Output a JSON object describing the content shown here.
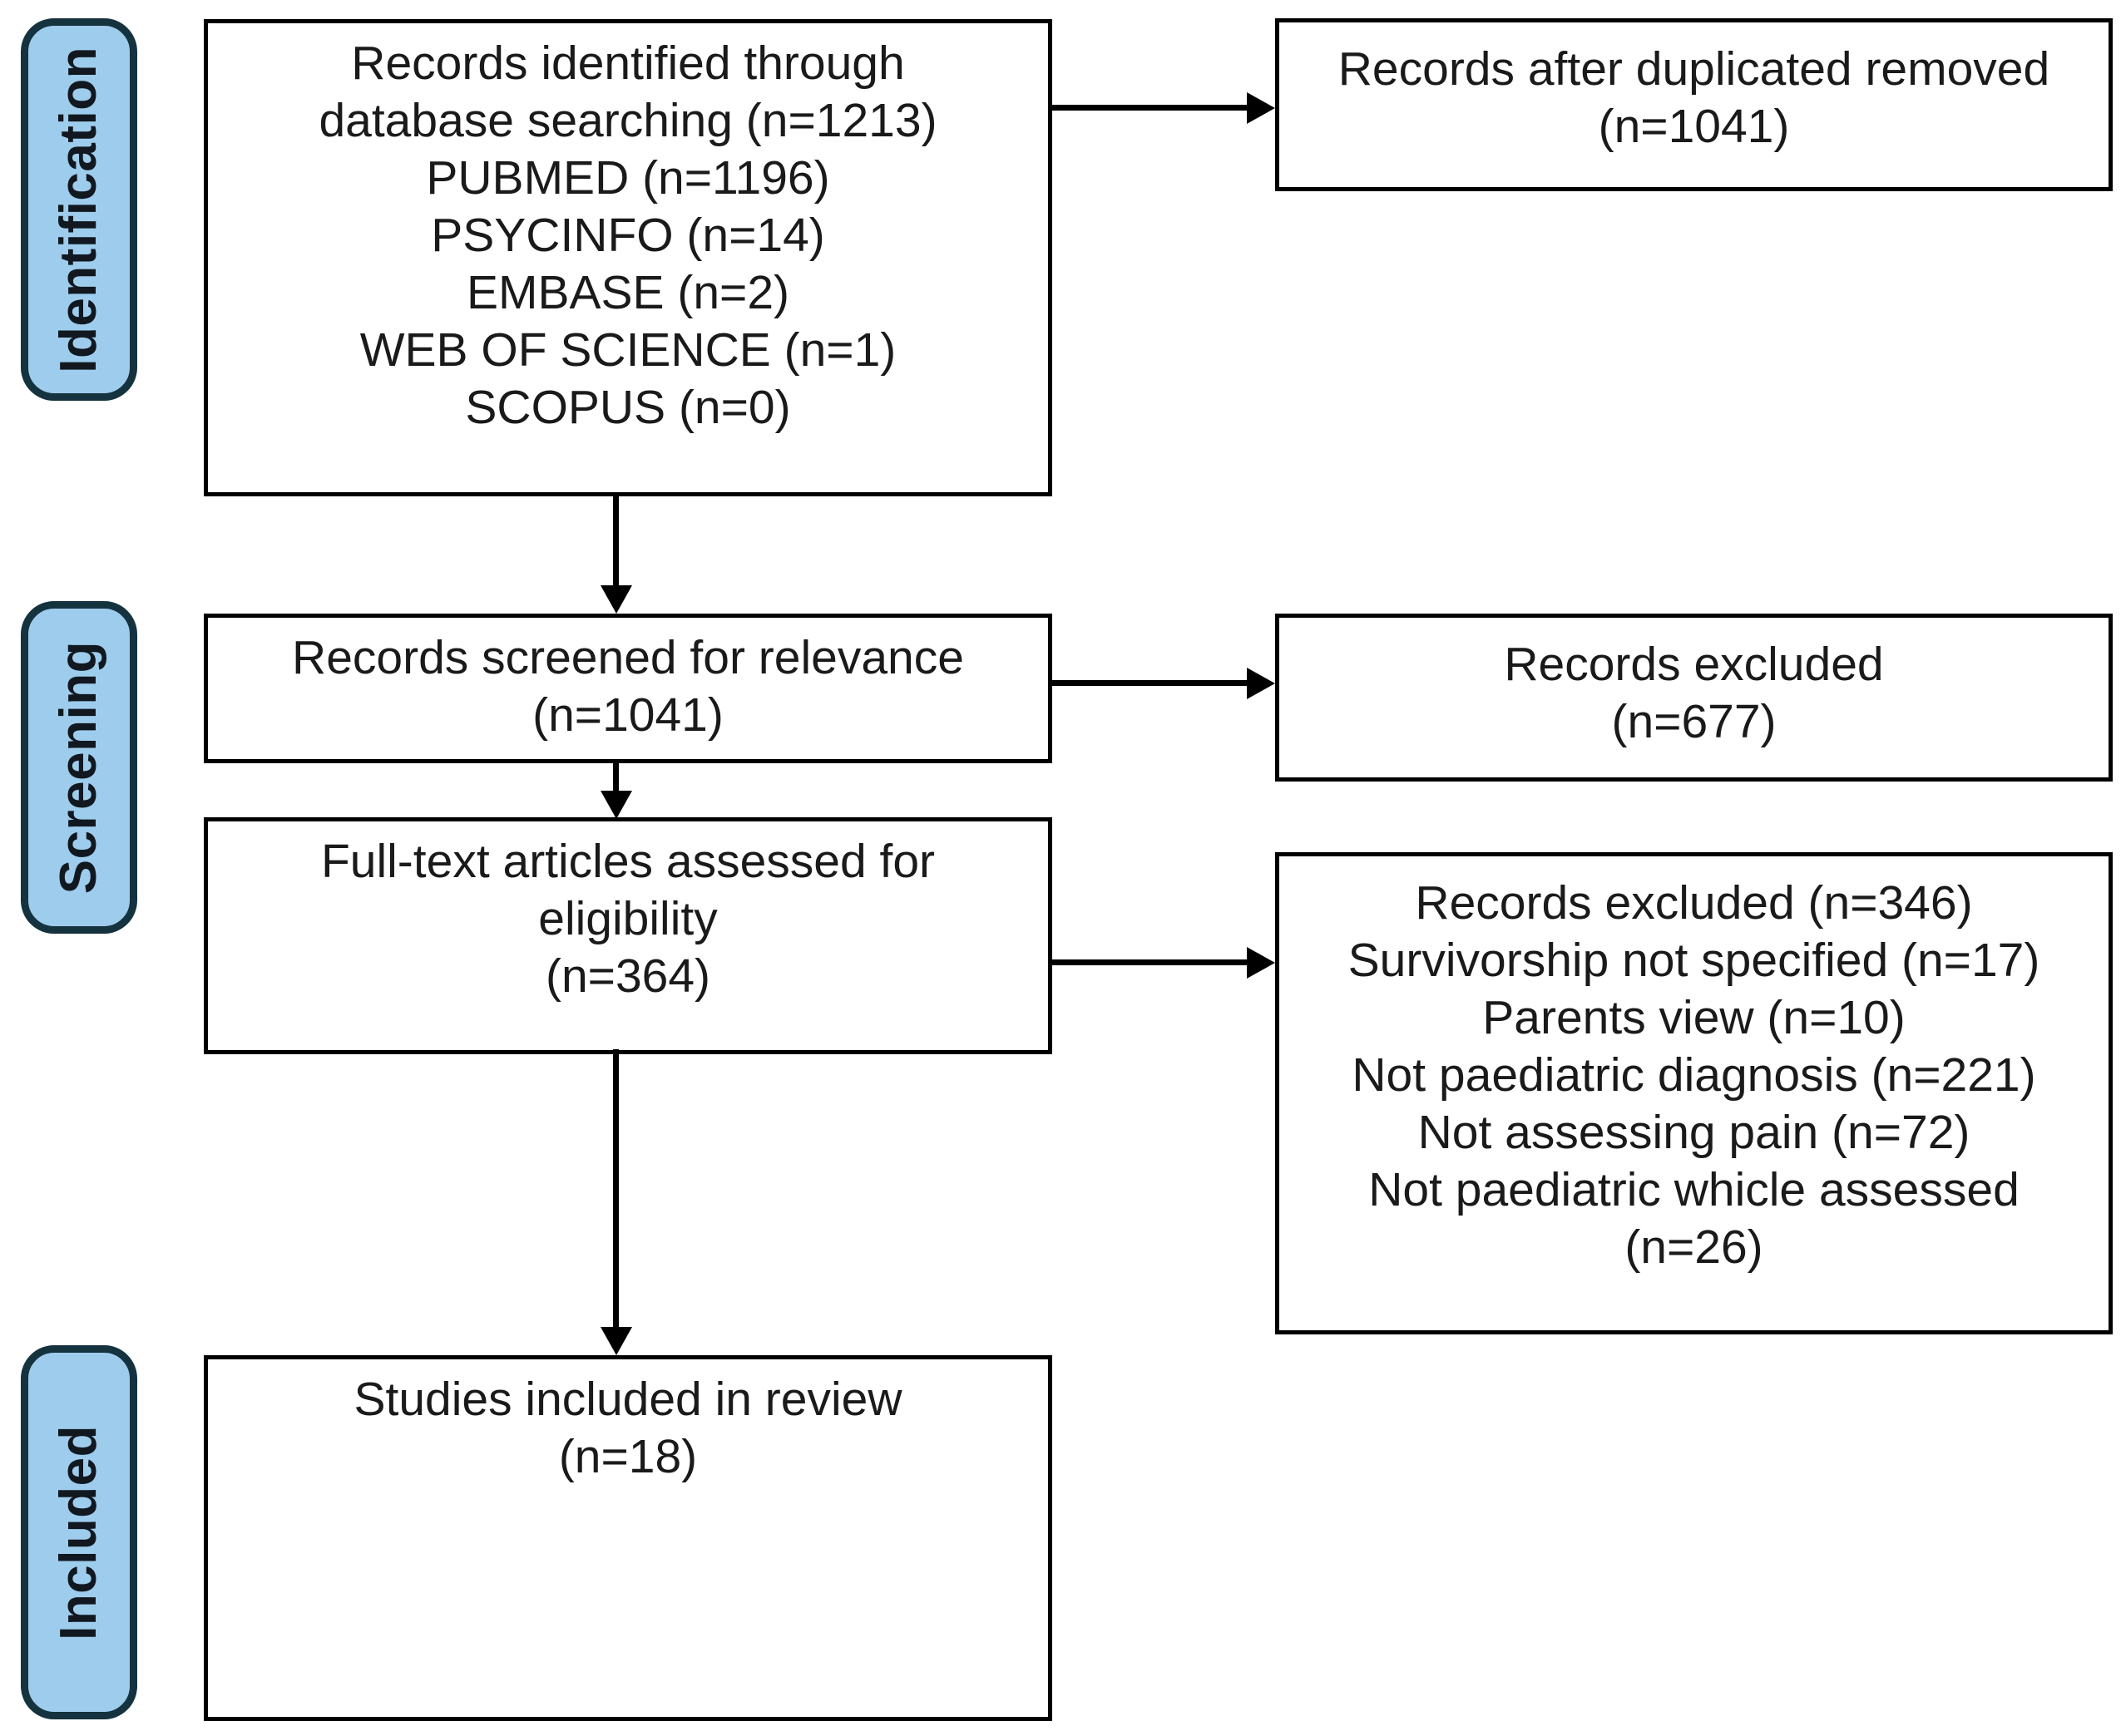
{
  "diagram": {
    "title": "PRISMA study selection flow diagram",
    "colors": {
      "phase_fill": "#9ECCEC",
      "phase_border": "#15323F",
      "box_border": "#000000",
      "connector": "#000000",
      "text": "#1a1a1a",
      "background": "#ffffff"
    },
    "phases": [
      {
        "id": "identification",
        "label": "Identification"
      },
      {
        "id": "screening",
        "label": "Screening"
      },
      {
        "id": "included",
        "label": "Included"
      }
    ],
    "boxes": {
      "identified": {
        "id": "records-identified",
        "lines": [
          "Records identified through",
          "database searching (n=1213)",
          "PUBMED (n=1196)",
          "PSYCINFO (n=14)",
          "EMBASE (n=2)",
          "WEB OF SCIENCE (n=1)",
          "SCOPUS (n=0)"
        ]
      },
      "duplicates_removed": {
        "id": "records-after-duplicates-removed",
        "lines": [
          "Records after duplicated removed",
          "(n=1041)"
        ]
      },
      "screened": {
        "id": "records-screened",
        "lines": [
          "Records screened for relevance",
          "(n=1041)"
        ]
      },
      "excluded_screening": {
        "id": "records-excluded-screening",
        "lines": [
          "Records excluded",
          "(n=677)"
        ]
      },
      "fulltext": {
        "id": "full-text-assessed",
        "lines": [
          "Full-text articles assessed for",
          "eligibility",
          "(n=364)"
        ]
      },
      "excluded_eligibility": {
        "id": "records-excluded-eligibility",
        "lines": [
          "Records excluded (n=346)",
          "Survivorship not specified (n=17)",
          "Parents view (n=10)",
          "Not paediatric diagnosis (n=221)",
          "Not assessing pain (n=72)",
          "Not paediatric whicle assessed",
          "(n=26)"
        ]
      },
      "included": {
        "id": "studies-included",
        "lines": [
          "Studies included in review",
          "(n=18)"
        ]
      }
    },
    "chart_data": {
      "type": "diagram",
      "flow": "PRISMA",
      "nodes": [
        {
          "stage": "Identification",
          "label": "Records identified through database searching",
          "n": 1213,
          "sources": [
            {
              "name": "PUBMED",
              "n": 1196
            },
            {
              "name": "PSYCINFO",
              "n": 14
            },
            {
              "name": "EMBASE",
              "n": 2
            },
            {
              "name": "WEB OF SCIENCE",
              "n": 1
            },
            {
              "name": "SCOPUS",
              "n": 0
            }
          ]
        },
        {
          "stage": "Identification",
          "label": "Records after duplicated removed",
          "n": 1041
        },
        {
          "stage": "Screening",
          "label": "Records screened for relevance",
          "n": 1041
        },
        {
          "stage": "Screening",
          "label": "Records excluded",
          "n": 677
        },
        {
          "stage": "Screening",
          "label": "Full-text articles assessed for eligibility",
          "n": 364
        },
        {
          "stage": "Screening",
          "label": "Records excluded",
          "n": 346,
          "reasons": [
            {
              "reason": "Survivorship not specified",
              "n": 17
            },
            {
              "reason": "Parents view",
              "n": 10
            },
            {
              "reason": "Not paediatric diagnosis",
              "n": 221
            },
            {
              "reason": "Not assessing pain",
              "n": 72
            },
            {
              "reason": "Not paediatric whicle assessed",
              "n": 26
            }
          ]
        },
        {
          "stage": "Included",
          "label": "Studies included in review",
          "n": 18
        }
      ]
    }
  }
}
